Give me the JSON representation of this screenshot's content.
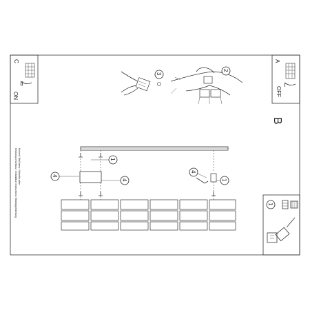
{
  "page": {
    "corner_top_left": "C",
    "corner_top_right": "A",
    "panel_letter": "B",
    "switch_on": "ON",
    "switch_off": "OFF",
    "step_numbers": [
      "1",
      "2",
      "3",
      "4"
    ],
    "side_note_lines": [
      "Instrukcja montażu / Installation instructions / Montageanleitung",
      "Kinkiet / Wall lamp / Wandleuchte"
    ]
  }
}
